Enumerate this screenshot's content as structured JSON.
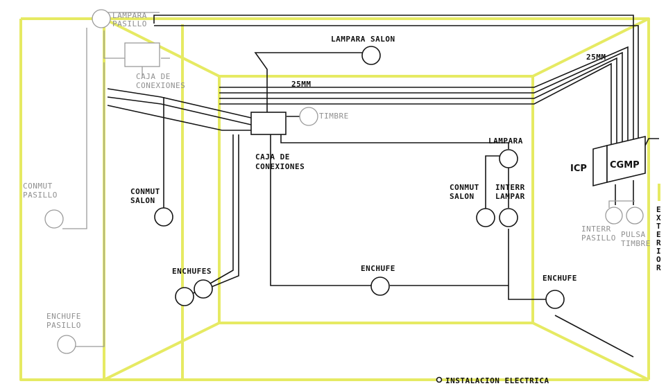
{
  "labels": {
    "lampara_pasillo": [
      "LAMPARA",
      "PASILLO"
    ],
    "caja_conexiones_top": [
      "CAJA DE",
      "CONEXIONES"
    ],
    "lampara_salon": "LAMPARA SALON",
    "cable_25mm_mid": "25MM",
    "cable_25mm_right": "25MM",
    "timbre": "TIMBRE",
    "caja_conexiones_mid": [
      "CAJA DE",
      "CONEXIONES"
    ],
    "lampara": "LAMPARA",
    "icp": "ICP",
    "cgmp": "CGMP",
    "conmut_pasillo": [
      "CONMUT",
      "PASILLO"
    ],
    "conmut_salon_left": [
      "CONMUT",
      "SALON"
    ],
    "conmut_salon_right": [
      "CONMUT",
      "SALON"
    ],
    "interr_lampar": [
      "INTERR",
      "LAMPAR"
    ],
    "interr_pasillo": [
      "INTERR",
      "PASILLO"
    ],
    "pulsa_timbre": [
      "PULSA",
      "TIMBRE"
    ],
    "exterior": [
      "E",
      "X",
      "T",
      "E",
      "R",
      "I",
      "O",
      "R"
    ],
    "enchufes": "ENCHUFES",
    "enchufe_mid": "ENCHUFE",
    "enchufe_right": "ENCHUFE",
    "enchufe_pasillo": [
      "ENCHUFE",
      "PASILLO"
    ],
    "title": "INSTALACION ELECTRICA"
  },
  "colors": {
    "walls": "#e6ea63",
    "wiring": "#151515",
    "hallway_wiring": "#9a9a9a",
    "background": "#ffffff"
  }
}
